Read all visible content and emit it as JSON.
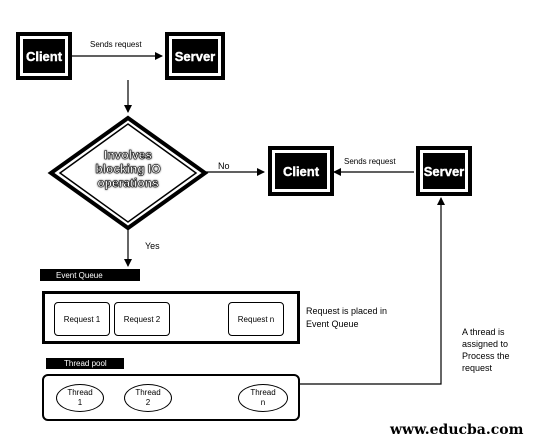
{
  "nodes": {
    "client_top": "Client",
    "server_top": "Server",
    "decision": [
      "Involves",
      "blocking IO",
      "operations"
    ],
    "client_mid": "Client",
    "server_mid": "Server"
  },
  "edges": {
    "sends_request_top": "Sends request",
    "sends_request_mid": "Sends request",
    "no": "No",
    "yes": "Yes"
  },
  "event_queue": {
    "title": "Event Queue",
    "requests": [
      "Request 1",
      "Request 2",
      "Request n"
    ]
  },
  "thread_pool": {
    "title": "Thread pool",
    "threads": [
      {
        "line1": "Thread",
        "line2": "1"
      },
      {
        "line1": "Thread",
        "line2": "2"
      },
      {
        "line1": "Thread",
        "line2": "n"
      }
    ]
  },
  "annotations": {
    "event_queue_note": [
      "Request is placed in",
      "Event Queue"
    ],
    "thread_note": [
      "A thread is",
      "assigned to",
      "Process the",
      "request"
    ]
  },
  "watermark": "www.educba.com"
}
